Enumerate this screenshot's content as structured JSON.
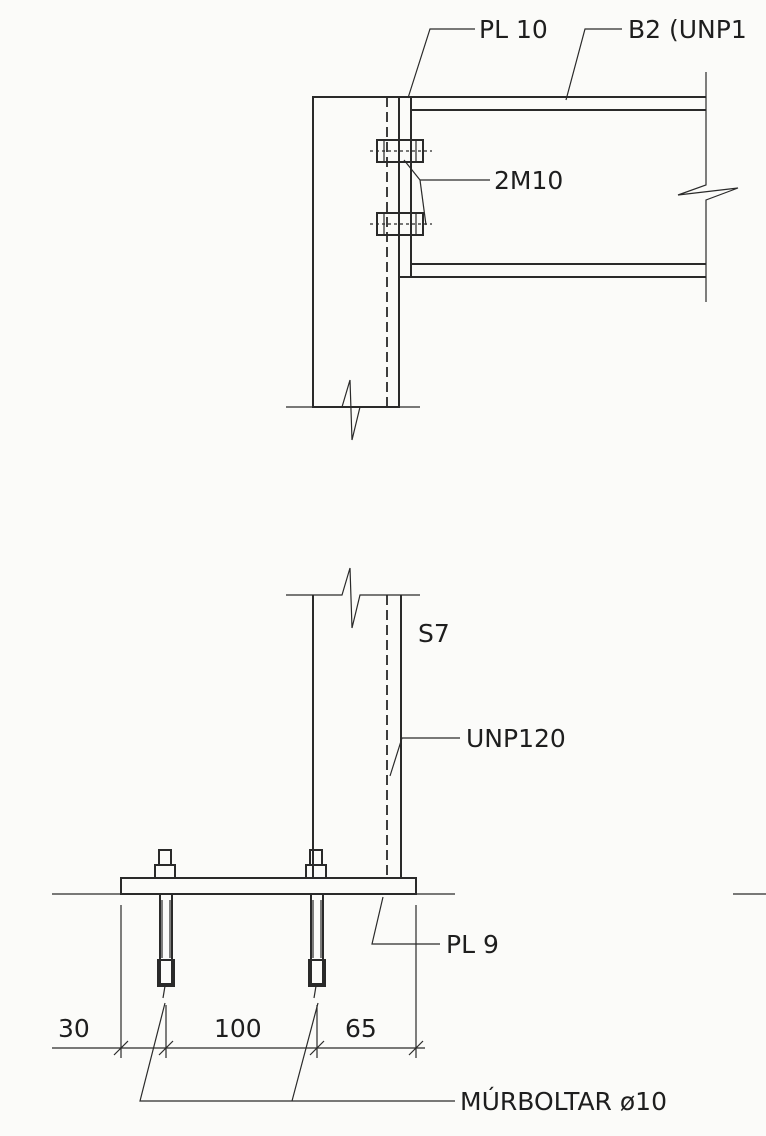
{
  "labels": {
    "pl10": "PL 10",
    "b2": "B2 (UNP1",
    "bolts": "2M10",
    "s7": "S7",
    "unp120": "UNP120",
    "pl9": "PL 9",
    "anchor_bolts": "MÚRBOLTAR ø10"
  },
  "dimensions": [
    "30",
    "100",
    "65"
  ]
}
